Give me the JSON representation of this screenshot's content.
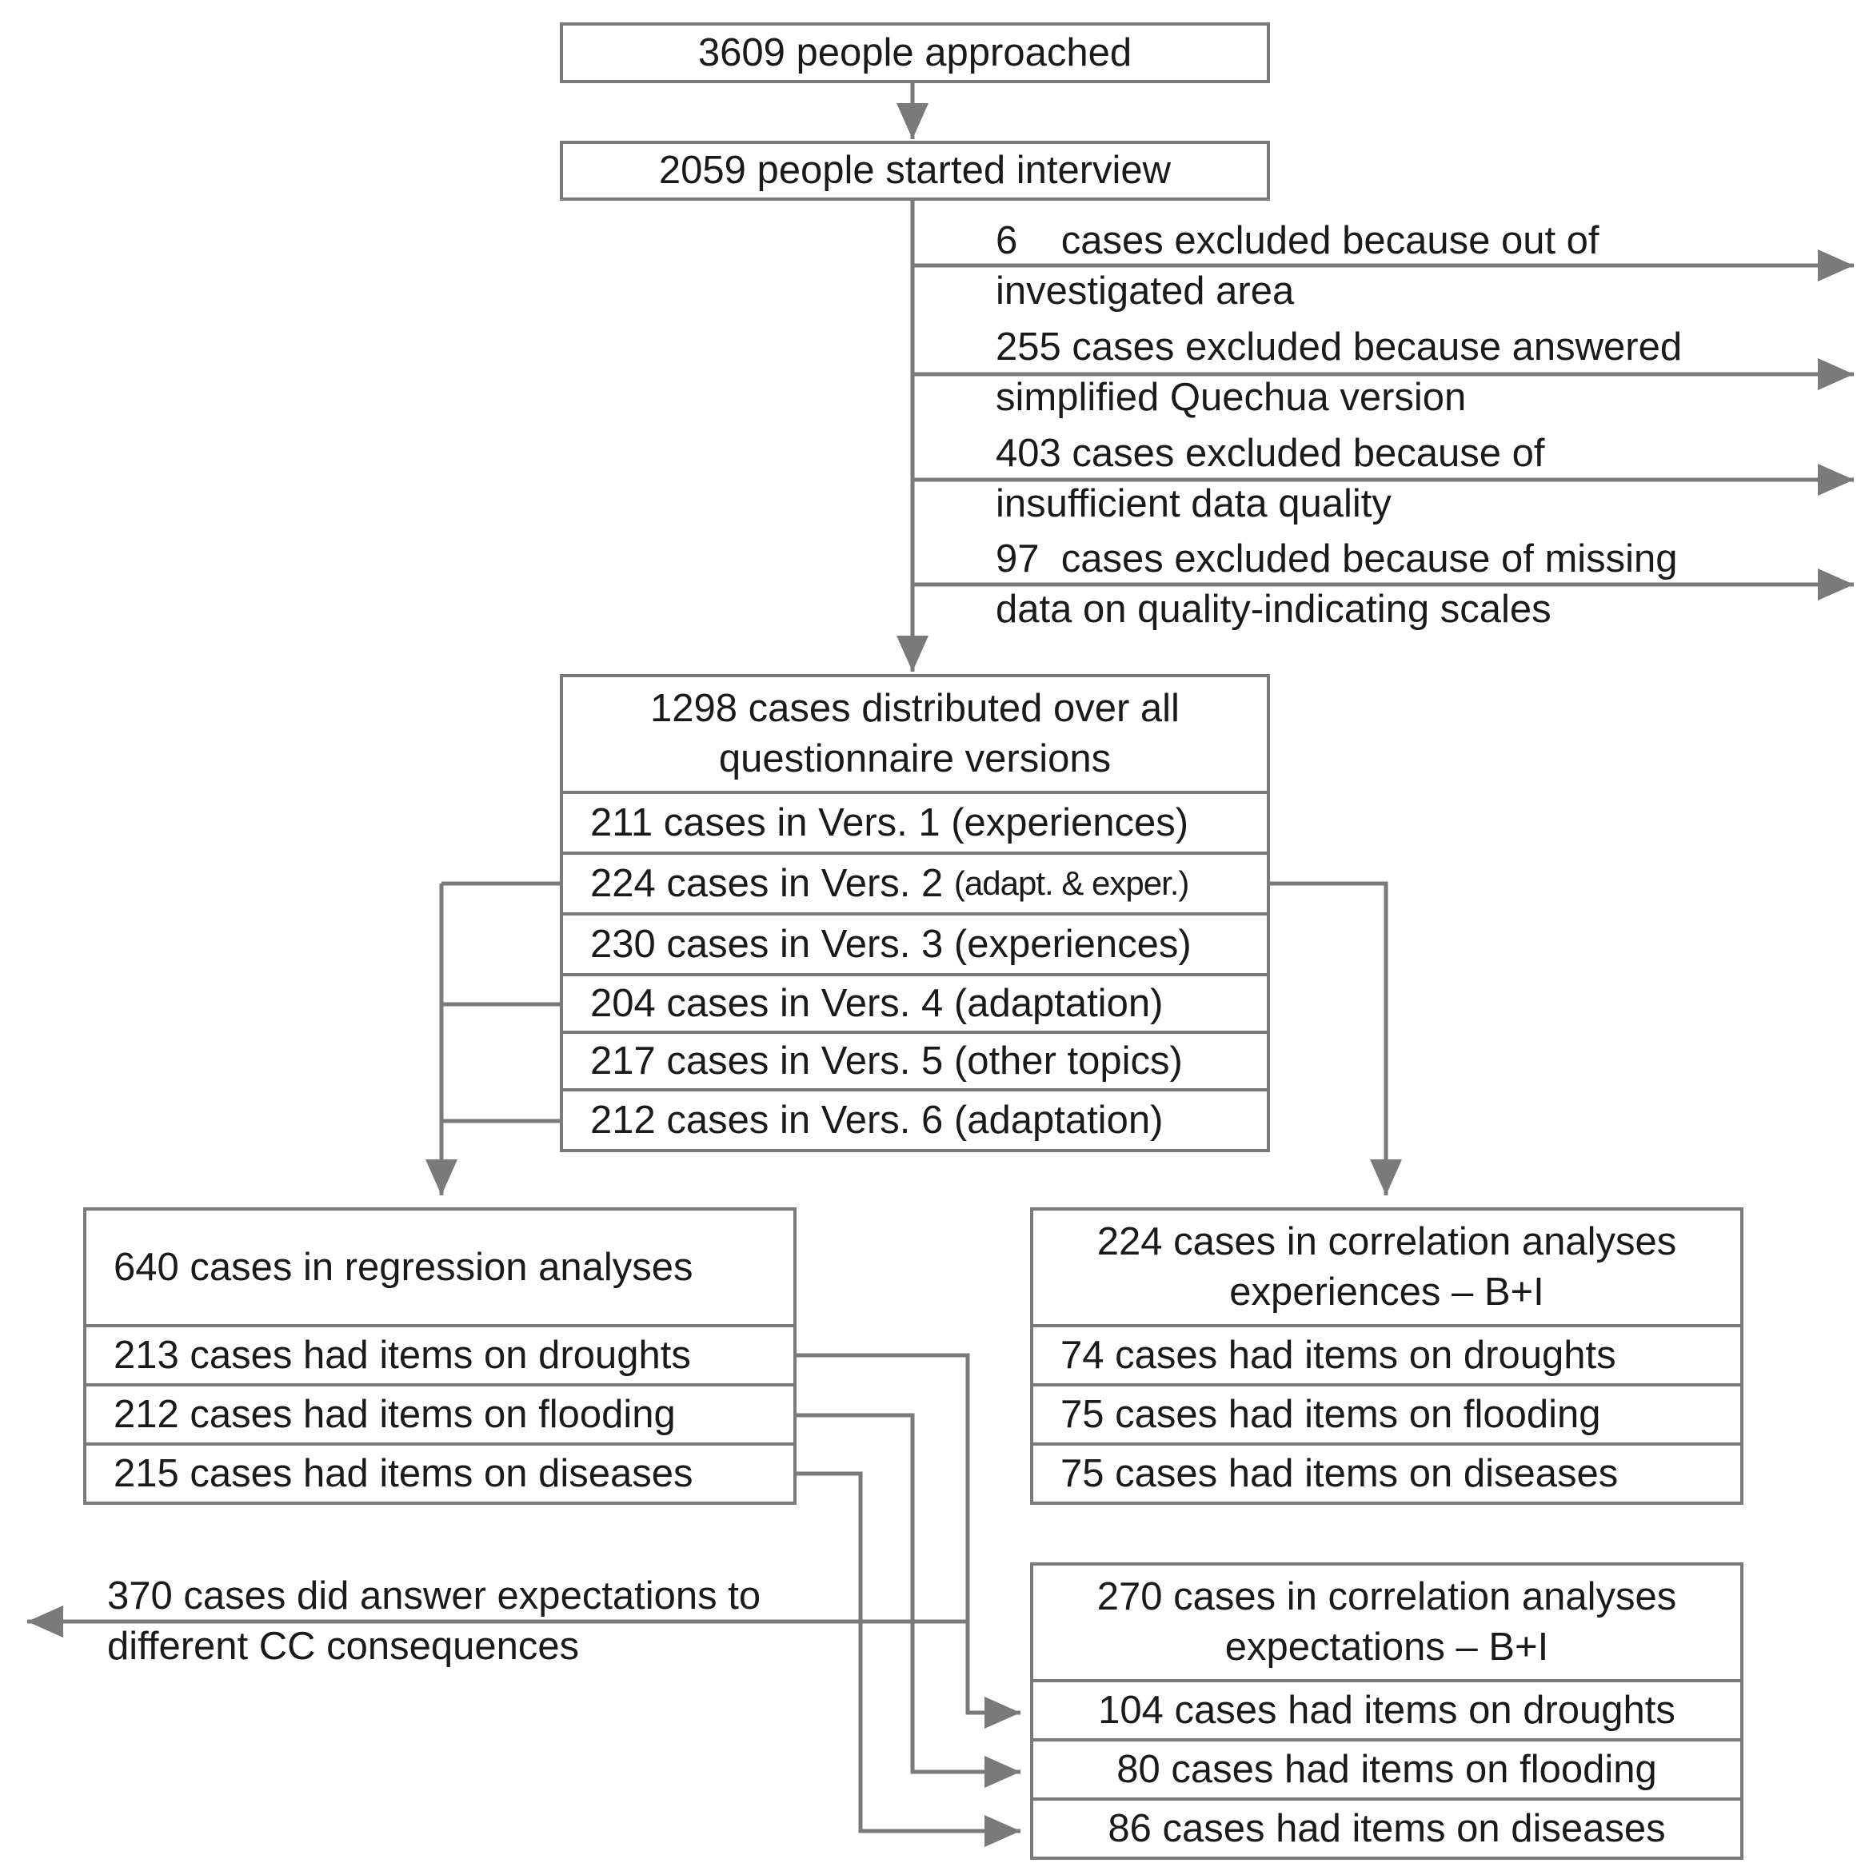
{
  "top": {
    "approached": "3609 people approached",
    "started": "2059 people started interview"
  },
  "exclusions": [
    {
      "line1": "6    cases excluded because out of",
      "line2": "investigated area"
    },
    {
      "line1": "255 cases excluded because answered",
      "line2": "simplified Quechua version"
    },
    {
      "line1": "403 cases excluded because of",
      "line2": "insufficient data quality"
    },
    {
      "line1": "97  cases excluded because of missing",
      "line2": "data on quality-indicating scales"
    }
  ],
  "distribution": {
    "header_line1": "1298 cases distributed over all",
    "header_line2": "questionnaire versions",
    "versions": [
      {
        "main": "211 cases in Vers. 1 (experiences)",
        "extra": ""
      },
      {
        "main": "224 cases in Vers. 2 ",
        "extra": "(adapt. & exper.)"
      },
      {
        "main": "230 cases in Vers. 3 (experiences)",
        "extra": ""
      },
      {
        "main": "204 cases in Vers. 4 (adaptation)",
        "extra": ""
      },
      {
        "main": "217 cases in Vers. 5 (other topics)",
        "extra": ""
      },
      {
        "main": "212 cases in Vers. 6 (adaptation)",
        "extra": ""
      }
    ]
  },
  "regression": {
    "header": "640 cases in regression analyses",
    "rows": [
      "213 cases had items on droughts",
      "212 cases had items on flooding",
      "215 cases had items on diseases"
    ]
  },
  "correlation_experiences": {
    "header_line1": "224 cases in correlation analyses",
    "header_line2": "experiences – B+I",
    "rows": [
      "74 cases had items on droughts",
      "75 cases had items on flooding",
      "75 cases had items on diseases"
    ]
  },
  "correlation_expectations": {
    "header_line1": "270 cases in correlation analyses",
    "header_line2": "expectations – B+I",
    "rows": [
      "104 cases had items on droughts",
      "80 cases had items on flooding",
      "86 cases had items on diseases"
    ]
  },
  "expectations_note": {
    "line1": "370 cases did answer expectations to",
    "line2": "different CC consequences"
  },
  "colors": {
    "line": "#7a7a7a",
    "text": "#1a1a1a",
    "background": "#ffffff"
  }
}
